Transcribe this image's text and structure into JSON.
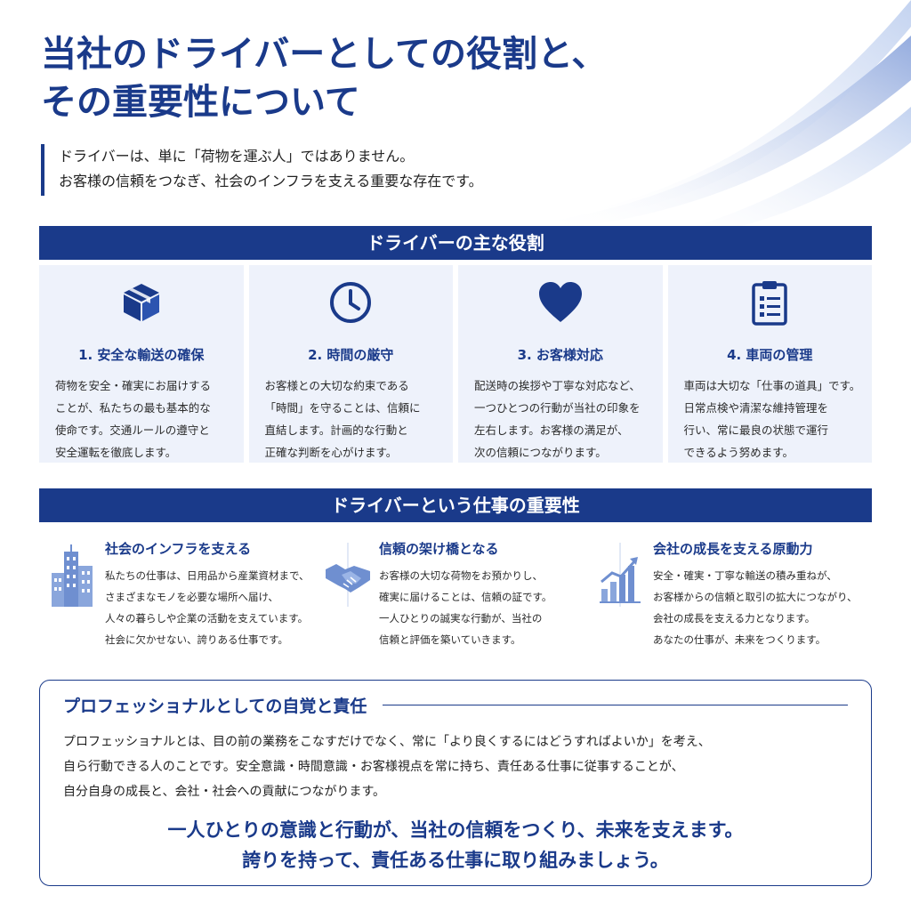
{
  "header": {
    "title_lines": [
      "当社のドライバーとしての役割と、",
      "その重要性について"
    ]
  },
  "lead": {
    "lines": [
      "ドライバーは、単に「荷物を運ぶ人」ではありません。",
      "お客様の信頼をつなぎ、社会のインフラを支える重要な存在です。"
    ]
  },
  "roles_section": {
    "heading": "ドライバーの主な役割",
    "cards": [
      {
        "icon": "package-icon",
        "title": "1. 安全な輸送の確保",
        "lines": [
          "荷物を安全・確実にお届けする",
          "ことが、私たちの最も基本的な",
          "使命です。交通ルールの遵守と",
          "安全運転を徹底します。"
        ]
      },
      {
        "icon": "clock-icon",
        "title": "2. 時間の厳守",
        "lines": [
          "お客様との大切な約束である",
          "「時間」を守ることは、信頼に",
          "直結します。計画的な行動と",
          "正確な判断を心がけます。"
        ]
      },
      {
        "icon": "heart-icon",
        "title": "3. お客様対応",
        "lines": [
          "配送時の挨拶や丁寧な対応など、",
          "一つひとつの行動が当社の印象を",
          "左右します。お客様の満足が、",
          "次の信頼につながります。"
        ]
      },
      {
        "icon": "clipboard-icon",
        "title": "4. 車両の管理",
        "lines": [
          "車両は大切な「仕事の道具」です。",
          "日常点検や清潔な維持管理を",
          "行い、常に最良の状態で運行",
          "できるよう努めます。"
        ]
      }
    ]
  },
  "importance_section": {
    "heading": "ドライバーという仕事の重要性",
    "items": [
      {
        "icon": "city-buildings-icon",
        "title": "社会のインフラを支える",
        "lines": [
          "私たちの仕事は、日用品から産業資材まで、",
          "さまざまなモノを必要な場所へ届け、",
          "人々の暮らしや企業の活動を支えています。",
          "社会に欠かせない、誇りある仕事です。"
        ]
      },
      {
        "icon": "handshake-icon",
        "title": "信頼の架け橋となる",
        "lines": [
          "お客様の大切な荷物をお預かりし、",
          "確実に届けることは、信頼の証です。",
          "一人ひとりの誠実な行動が、当社の",
          "信頼と評価を築いていきます。"
        ]
      },
      {
        "icon": "growth-chart-icon",
        "title": "会社の成長を支える原動力",
        "lines": [
          "安全・確実・丁寧な輸送の積み重ねが、",
          "お客様からの信頼と取引の拡大につながり、",
          "会社の成長を支える力となります。",
          "あなたの仕事が、未来をつくります。"
        ]
      }
    ]
  },
  "professional": {
    "title": "プロフェッショナルとしての自覚と責任",
    "lines": [
      "プロフェッショナルとは、目の前の業務をこなすだけでなく、常に「より良くするにはどうすればよいか」を考え、",
      "自ら行動できる人のことです。安全意識・時間意識・お客様視点を常に持ち、責任ある仕事に従事することが、",
      "自分自身の成長と、会社・社会への貢献につながります。"
    ],
    "closing_lines": [
      "一人ひとりの意識と行動が、当社の信頼をつくり、未来を支えます。",
      "誇りを持って、責任ある仕事に取り組みましょう。"
    ]
  },
  "colors": {
    "primary": "#1a3a8a",
    "card_bg": "#eef2fb",
    "icon_light": "#6f8fd0"
  }
}
